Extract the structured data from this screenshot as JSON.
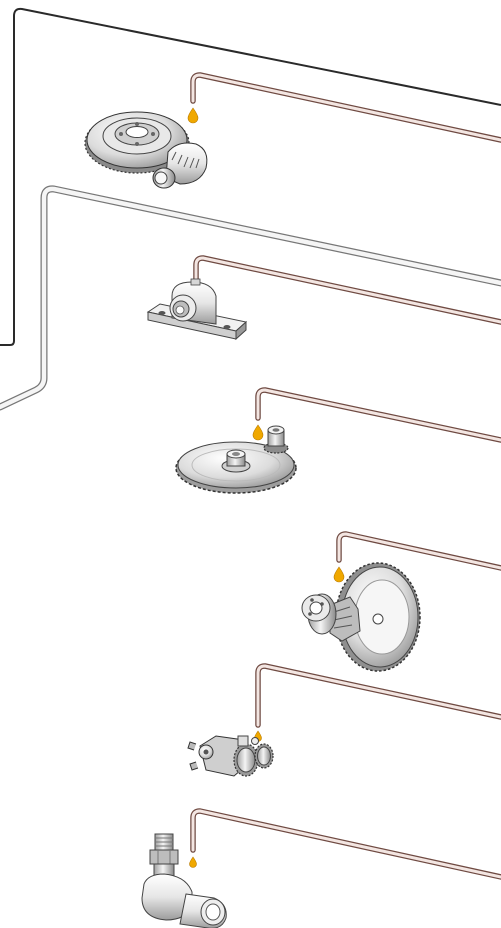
{
  "diagram": {
    "colors": {
      "background": "#ffffff",
      "main_line": "#2a2a2a",
      "pipe_fill": "#f5f5f5",
      "pipe_outline": "#777777",
      "branch_fill": "#f3e6e2",
      "branch_outline": "#6f4a42",
      "oil_drop": "#f0a800",
      "metal_light": "#f2f2f2",
      "metal_mid": "#c8c8c8",
      "metal_dark": "#555555"
    },
    "lubrication_points": [
      {
        "id": "worm-gear-set",
        "icon": "worm-gear-icon"
      },
      {
        "id": "pillow-block-bearing",
        "icon": "pillow-block-bearing-icon"
      },
      {
        "id": "sprocket-chain-drive",
        "icon": "sprocket-icon"
      },
      {
        "id": "bevel-gear-set",
        "icon": "bevel-gear-icon"
      },
      {
        "id": "gear-pump-assembly",
        "icon": "gear-pump-icon"
      },
      {
        "id": "rod-end-joint",
        "icon": "rod-end-icon"
      }
    ]
  }
}
